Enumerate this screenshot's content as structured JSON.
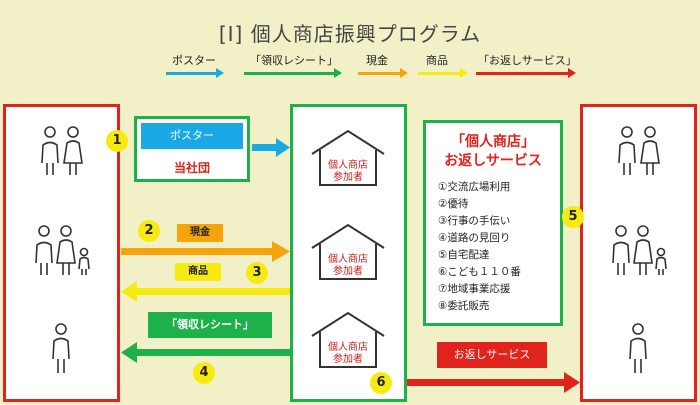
{
  "title": "[Ⅰ] 個人商店振興プログラム",
  "legend": [
    {
      "label": "ポスター",
      "color": "#1aa9e6"
    },
    {
      "label": "「領収レシート」",
      "color": "#1db14b"
    },
    {
      "label": "現金",
      "color": "#f5a40c"
    },
    {
      "label": "商品",
      "color": "#f7ea10"
    },
    {
      "label": "「お返しサービス」",
      "color": "#e0231c"
    }
  ],
  "steps": [
    "1",
    "2",
    "3",
    "4",
    "5",
    "6"
  ],
  "poster": {
    "label": "ポスター",
    "sponsor": "当社団"
  },
  "cash_label": "現金",
  "goods_label": "商品",
  "receipt_label": "「領収レシート」",
  "return_label": "お返しサービス",
  "store_label": {
    "line1": "個人商店",
    "line2": "参加者"
  },
  "services": {
    "title_line1": "「個人商店」",
    "title_line2": "お返しサービス",
    "items": [
      "①交流広場利用",
      "②優待",
      "③行事の手伝い",
      "④道路の見回り",
      "⑤自宅配達",
      "⑥こども１１０番",
      "⑦地域事業応援",
      "⑧委託販売"
    ]
  }
}
